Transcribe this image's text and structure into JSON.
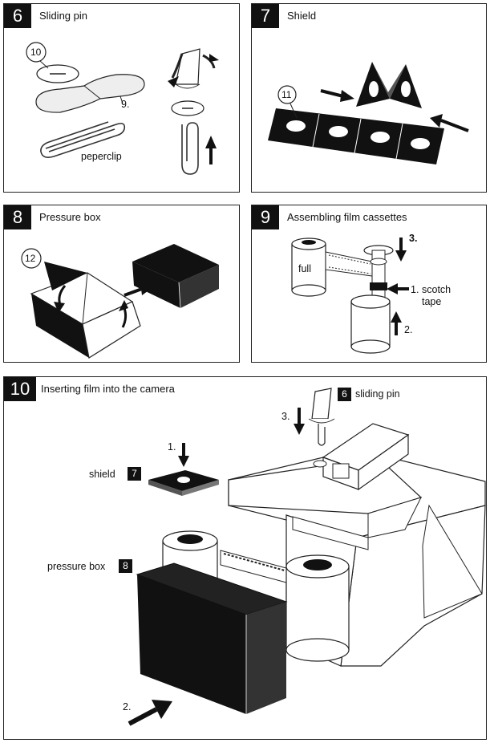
{
  "panels": {
    "p6": {
      "num": "6",
      "title": "Sliding pin",
      "label_10": "10",
      "label_9": "9.",
      "paperclip": "peperclip"
    },
    "p7": {
      "num": "7",
      "title": "Shield",
      "label_11": "11"
    },
    "p8": {
      "num": "8",
      "title": "Pressure box",
      "label_12": "12"
    },
    "p9": {
      "num": "9",
      "title": "Assembling film cassettes",
      "full": "full",
      "step1": "1.",
      "scotch": "scotch",
      "tape": "tape",
      "step2": "2.",
      "step3": "3."
    },
    "p10": {
      "num": "10",
      "title": "Inserting film into the camera",
      "pin_num": "6",
      "pin_label": "sliding pin",
      "step3": "3.",
      "step1": "1.",
      "shield_label": "shield",
      "shield_num": "7",
      "pbox_label": "pressure box",
      "pbox_num": "8",
      "step2": "2."
    }
  }
}
